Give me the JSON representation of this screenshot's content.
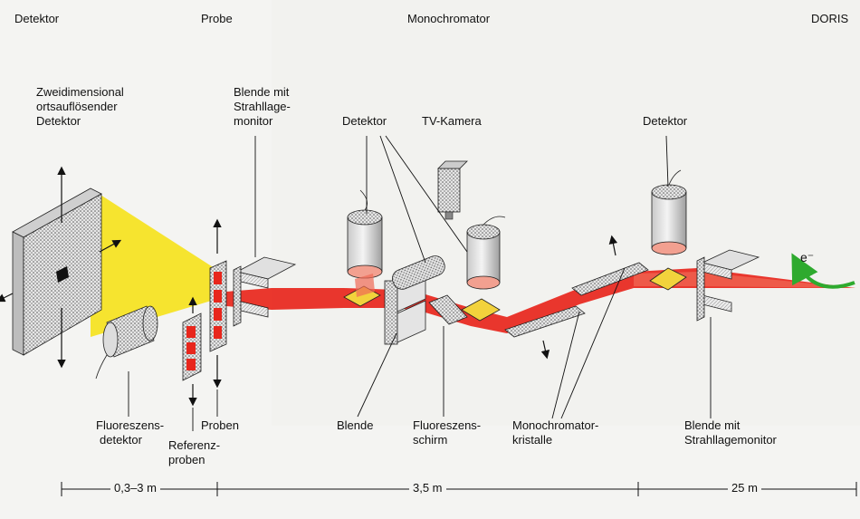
{
  "header": {
    "detektor": "Detektor",
    "probe": "Probe",
    "monochromator": "Monochromator",
    "doris": "DORIS"
  },
  "labels": {
    "zweidim_1": "Zweidimensional",
    "zweidim_2": "ortsauflösender",
    "zweidim_3": "Detektor",
    "blende_strahl_1": "Blende mit",
    "blende_strahl_2": "Strahllage-",
    "blende_strahl_3": "monitor",
    "detektor_mid": "Detektor",
    "tv_kamera": "TV-Kamera",
    "detektor_right": "Detektor",
    "electron": "e⁻",
    "fluoreszens_1": "Fluoreszens-",
    "fluoreszens_2": "detektor",
    "proben": "Proben",
    "referenz_1": "Referenz-",
    "referenz_2": "proben",
    "blende": "Blende",
    "schirm_1": "Fluoreszens-",
    "schirm_2": "schirm",
    "mono_kristalle_1": "Monochromator-",
    "mono_kristalle_2": "kristalle",
    "blende_right_1": "Blende mit",
    "blende_right_2": "Strahllagemonitor"
  },
  "distances": {
    "d1": "0,3–3 m",
    "d2": "3,5 m",
    "d3": "25 m"
  },
  "colors": {
    "beam": "#e8261c",
    "beam_light": "#f06a55",
    "detector_face": "#f2d23c",
    "fan": "#f6e21a",
    "electron_arrow": "#2eaa2e",
    "metal": "#d8d8d8"
  }
}
